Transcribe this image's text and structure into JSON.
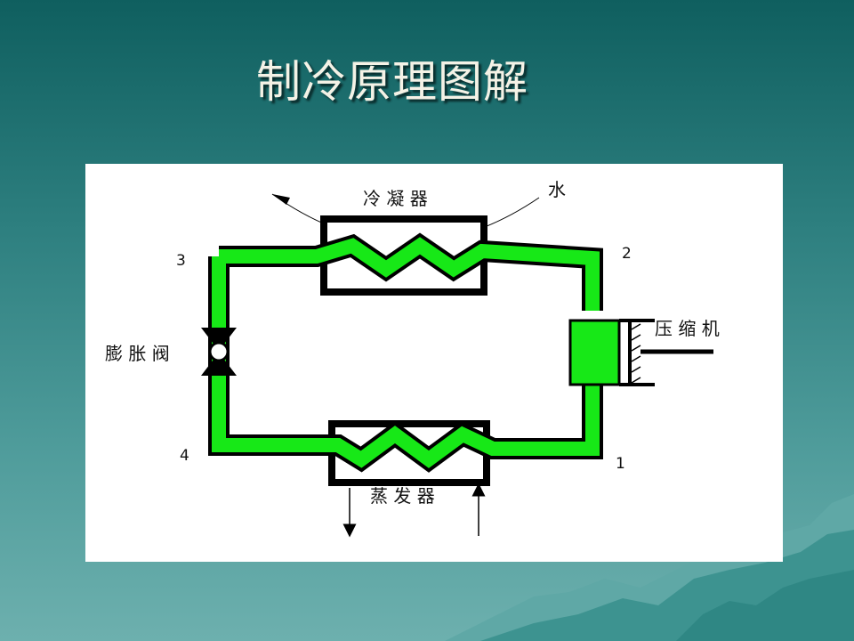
{
  "slide": {
    "title": "制冷原理图解"
  },
  "diagram": {
    "components": {
      "condenser": "冷 凝 器",
      "evaporator": "蒸 发 器",
      "compressor": "压 缩 机",
      "expansion_valve": "膨 胀 阀",
      "water": "水"
    },
    "points": {
      "p1": "1",
      "p2": "2",
      "p3": "3",
      "p4": "4"
    },
    "colors": {
      "refrigerant_line": "#17e817",
      "outline": "#000000"
    }
  }
}
